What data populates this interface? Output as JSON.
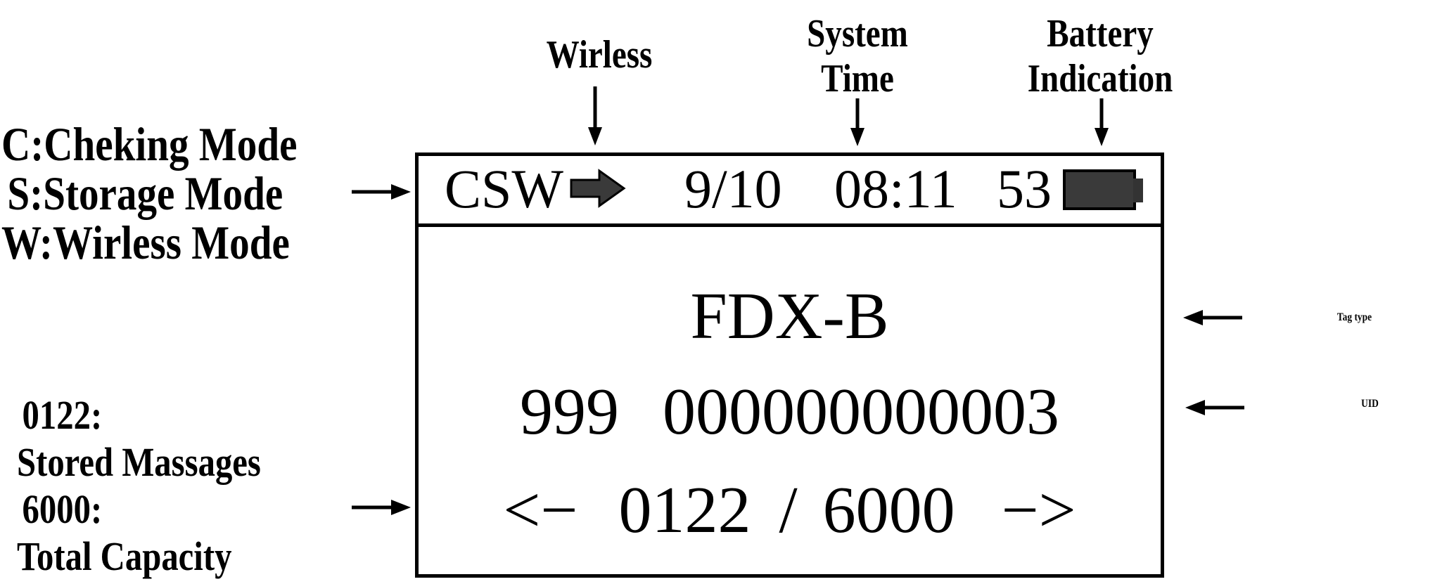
{
  "colors": {
    "background": "#ffffff",
    "ink": "#000000",
    "icon_fill": "#3a3a3a"
  },
  "annotations": {
    "wireless_label": "Wirless",
    "system_time_label": [
      "System",
      "Time"
    ],
    "battery_label": [
      "Battery",
      "Indication"
    ],
    "mode_legend": [
      "C:Cheking Mode",
      "S:Storage Mode",
      "W:Wirless Mode"
    ],
    "storage_legend": [
      "0122:",
      "Stored Massages",
      "6000:",
      "Total Capacity"
    ],
    "tag_type_label": "Tag type",
    "uid_label": "UID"
  },
  "screen": {
    "status_bar": {
      "modes": "CSW",
      "wireless_icon": "block-arrow-right-icon",
      "date": "9/10",
      "time": "08:11",
      "battery_percent": "53",
      "battery_icon": "battery-full-icon"
    },
    "body": {
      "tag_type": "FDX-B",
      "uid_country_code": "999",
      "uid_national_code": "000000000003",
      "prev_arrow": "<−",
      "stored_messages": "0122",
      "separator": "/",
      "total_capacity": "6000",
      "next_arrow": "−>"
    }
  }
}
